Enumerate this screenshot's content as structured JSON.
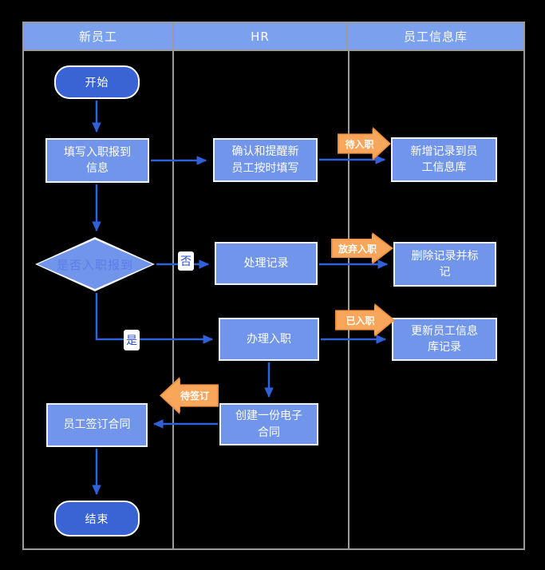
{
  "diagram": {
    "lanes": [
      {
        "label": "新员工"
      },
      {
        "label": "HR"
      },
      {
        "label": "员工信息库"
      }
    ],
    "nodes": {
      "start": {
        "label": "开始",
        "type": "terminator"
      },
      "fill_info": {
        "label": "填写入职报到\n信息",
        "type": "process"
      },
      "confirm_remind": {
        "label": "确认和提醒新\n员工按时填写",
        "type": "process"
      },
      "add_record": {
        "label": "新增记录到员\n工信息库",
        "type": "process"
      },
      "decision": {
        "label": "是否入职报到",
        "type": "decision"
      },
      "process_record": {
        "label": "处理记录",
        "type": "process"
      },
      "delete_record": {
        "label": "删除记录并标\n记",
        "type": "process"
      },
      "handle_onboard": {
        "label": "办理入职",
        "type": "process"
      },
      "update_record": {
        "label": "更新员工信息\n库记录",
        "type": "process"
      },
      "create_contract": {
        "label": "创建一份电子\n合同",
        "type": "process"
      },
      "sign_contract": {
        "label": "员工签订合同",
        "type": "process"
      },
      "end": {
        "label": "结束",
        "type": "terminator"
      }
    },
    "edge_labels": {
      "no": "否",
      "yes": "是"
    },
    "badges": {
      "pending": "待入职",
      "abandon": "放弃入职",
      "onboarded": "已入职",
      "to_sign": "待签订"
    },
    "colors": {
      "background": "#000000",
      "lane_header_fill": "#7ba0ee",
      "lane_border": "#9b9b9b",
      "node_fill": "#7095ea",
      "node_border": "#eef3fd",
      "terminator_fill": "#3a63d3",
      "connector": "#3161d9",
      "badge_fill": "#f8a65b",
      "badge_border": "#ee8f3d",
      "decision_text": "#5b7de9",
      "edge_label_text": "#2b4ac8"
    }
  }
}
